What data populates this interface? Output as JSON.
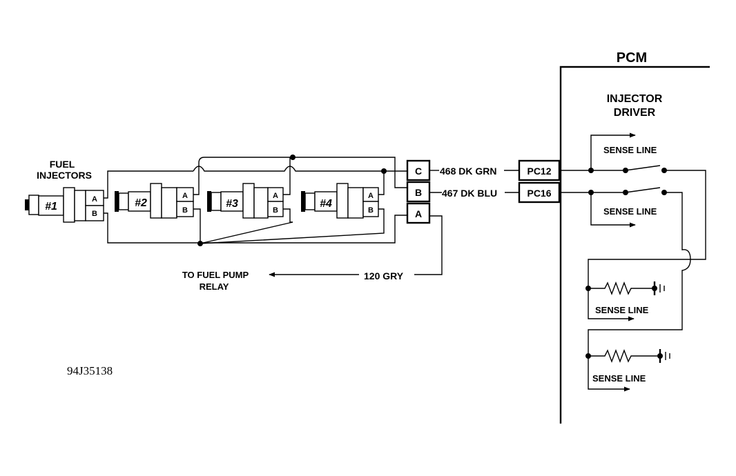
{
  "labels": {
    "fuel_injectors_line1": "FUEL",
    "fuel_injectors_line2": "INJECTORS",
    "pcm": "PCM",
    "injector_driver_line1": "INJECTOR",
    "injector_driver_line2": "DRIVER",
    "sense_line": "SENSE LINE",
    "to_fuel_pump_line1": "TO FUEL PUMP",
    "to_fuel_pump_line2": "RELAY",
    "wire_gry": "120 GRY",
    "wire_grn": "468 DK GRN",
    "wire_blu": "467 DK BLU",
    "figure_id": "94J35138"
  },
  "injectors": [
    {
      "label": "#1",
      "pin_a": "A",
      "pin_b": "B"
    },
    {
      "label": "#2",
      "pin_a": "A",
      "pin_b": "B"
    },
    {
      "label": "#3",
      "pin_a": "A",
      "pin_b": "B"
    },
    {
      "label": "#4",
      "pin_a": "A",
      "pin_b": "B"
    }
  ],
  "harness_connector": {
    "pin_c": "C",
    "pin_b": "B",
    "pin_a": "A"
  },
  "pcm_pins": {
    "pc12": "PC12",
    "pc16": "PC16"
  }
}
